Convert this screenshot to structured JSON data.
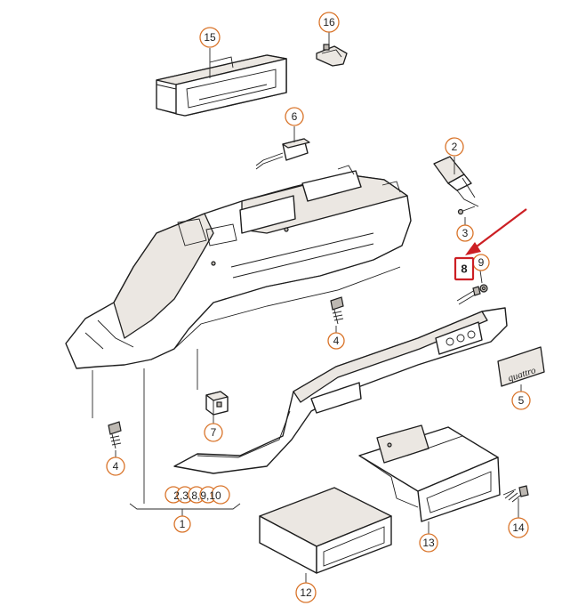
{
  "callouts": {
    "c1": "1",
    "c2": "2",
    "c3": "3",
    "c4a": "4",
    "c4b": "4",
    "c5": "5",
    "c6": "6",
    "c7": "7",
    "c8": "8",
    "c9": "9",
    "c12": "12",
    "c13": "13",
    "c14": "14",
    "c15": "15",
    "c16": "16"
  },
  "group_label": "2,3,8,9,10",
  "badge_text": "quattro",
  "colors": {
    "callout_ring": "#d9742a",
    "highlight": "#cc1f24",
    "line": "#1e1e1e"
  }
}
